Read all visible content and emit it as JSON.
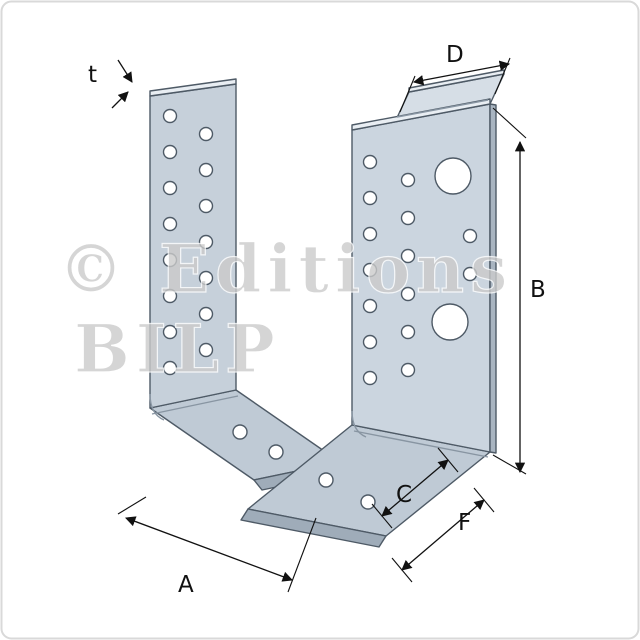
{
  "drawing": {
    "dimensions": {
      "t": "t",
      "D": "D",
      "B": "B",
      "C": "C",
      "F": "F",
      "A": "A"
    },
    "watermark": {
      "line1": "© Editions",
      "line2": "BILP"
    },
    "colors": {
      "metal": "#c9d3dd",
      "metal_light": "#e9eef3",
      "metal_dark": "#a9b5c1",
      "outline": "#4e5a66",
      "dimension_lines": "#111111",
      "watermark_text": "#cbcbcb",
      "background": "#ffffff",
      "frame_border": "#d9d9d9"
    }
  }
}
